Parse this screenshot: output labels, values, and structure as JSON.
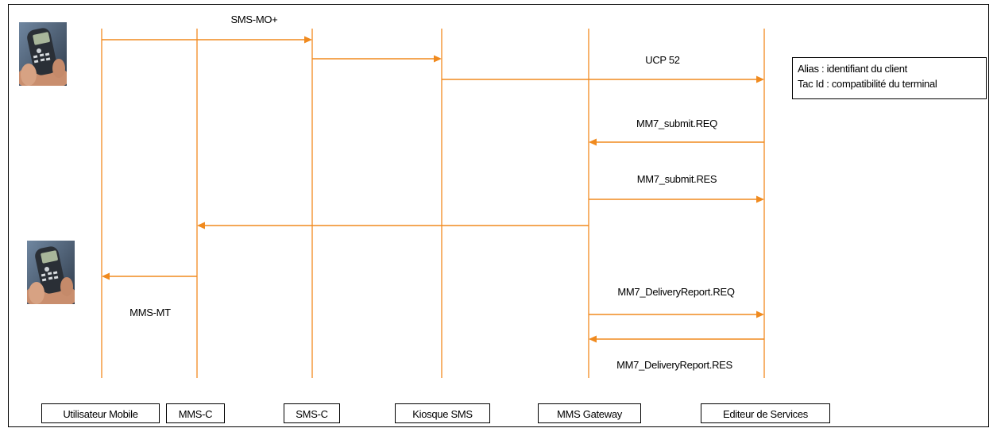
{
  "actors": [
    {
      "id": "user",
      "label": "Utilisateur Mobile"
    },
    {
      "id": "mmsc",
      "label": "MMS-C"
    },
    {
      "id": "smsc",
      "label": "SMS-C"
    },
    {
      "id": "kiosque",
      "label": "Kiosque SMS"
    },
    {
      "id": "gateway",
      "label": "MMS Gateway"
    },
    {
      "id": "editeur",
      "label": "Editeur de Services"
    }
  ],
  "messages": [
    {
      "from": "user",
      "to": "smsc",
      "label": "SMS-MO+"
    },
    {
      "from": "smsc",
      "to": "kiosque",
      "label": ""
    },
    {
      "from": "kiosque",
      "to": "editeur",
      "label": "UCP 52"
    },
    {
      "from": "editeur",
      "to": "gateway",
      "label": "MM7_submit.REQ"
    },
    {
      "from": "gateway",
      "to": "editeur",
      "label": "MM7_submit.RES"
    },
    {
      "from": "gateway",
      "to": "mmsc",
      "label": ""
    },
    {
      "from": "mmsc",
      "to": "user",
      "label": "MMS-MT"
    },
    {
      "from": "gateway",
      "to": "editeur",
      "label": "MM7_DeliveryReport.REQ"
    },
    {
      "from": "editeur",
      "to": "gateway",
      "label": "MM7_DeliveryReport.RES"
    }
  ],
  "note": {
    "line1": "Alias : identifiant du client",
    "line2": "Tac Id : compatibilité du terminal"
  },
  "icons": [
    "mobile-phone-photo",
    "mobile-phone-photo"
  ],
  "colors": {
    "lifeline": "#f5a04a",
    "arrow": "#f08a1e",
    "border": "#000000"
  }
}
